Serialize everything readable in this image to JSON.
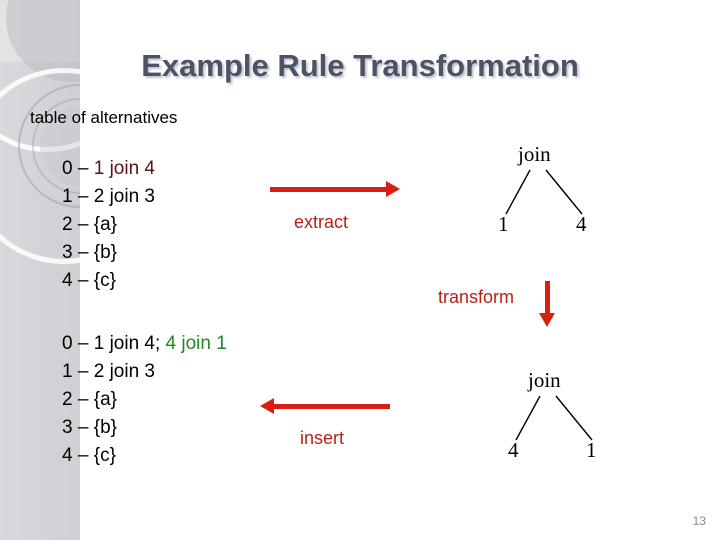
{
  "slide": {
    "title": "Example Rule Transformation",
    "subtitle": "table of alternatives",
    "page_number": "13"
  },
  "colors": {
    "title": "#4b5367",
    "arrow_red": "#d81f11",
    "label_red": "#b82018",
    "highlight_maroon": "#5e1212",
    "highlight_green": "#1f8b26",
    "sidebar": "#d4d4d8",
    "page_number": "#8b8b8b"
  },
  "tables": [
    {
      "name": "before",
      "rows": [
        {
          "index": "0",
          "dash": "–",
          "plain": "",
          "accent": "1 join 4",
          "accent_color": "maroon",
          "tail": ""
        },
        {
          "index": "1",
          "dash": "–",
          "plain": "2 join 3",
          "accent": "",
          "accent_color": "",
          "tail": ""
        },
        {
          "index": "2",
          "dash": "–",
          "plain": "{a}",
          "accent": "",
          "accent_color": "",
          "tail": ""
        },
        {
          "index": "3",
          "dash": "–",
          "plain": "{b}",
          "accent": "",
          "accent_color": "",
          "tail": ""
        },
        {
          "index": "4",
          "dash": "–",
          "plain": "{c}",
          "accent": "",
          "accent_color": "",
          "tail": ""
        }
      ]
    },
    {
      "name": "after",
      "rows": [
        {
          "index": "0",
          "dash": "–",
          "plain": "1 join 4;",
          "accent": "4 join 1",
          "accent_color": "green",
          "tail": ""
        },
        {
          "index": "1",
          "dash": "–",
          "plain": "2 join 3",
          "accent": "",
          "accent_color": "",
          "tail": ""
        },
        {
          "index": "2",
          "dash": "–",
          "plain": "{a}",
          "accent": "",
          "accent_color": "",
          "tail": ""
        },
        {
          "index": "3",
          "dash": "–",
          "plain": "{b}",
          "accent": "",
          "accent_color": "",
          "tail": ""
        },
        {
          "index": "4",
          "dash": "–",
          "plain": "{c}",
          "accent": "",
          "accent_color": "",
          "tail": ""
        }
      ]
    }
  ],
  "operations": {
    "extract": "extract",
    "transform": "transform",
    "insert": "insert"
  },
  "trees": [
    {
      "name": "original",
      "root": "join",
      "left_leaf": "1",
      "right_leaf": "4"
    },
    {
      "name": "transformed",
      "root": "join",
      "left_leaf": "4",
      "right_leaf": "1"
    }
  ]
}
